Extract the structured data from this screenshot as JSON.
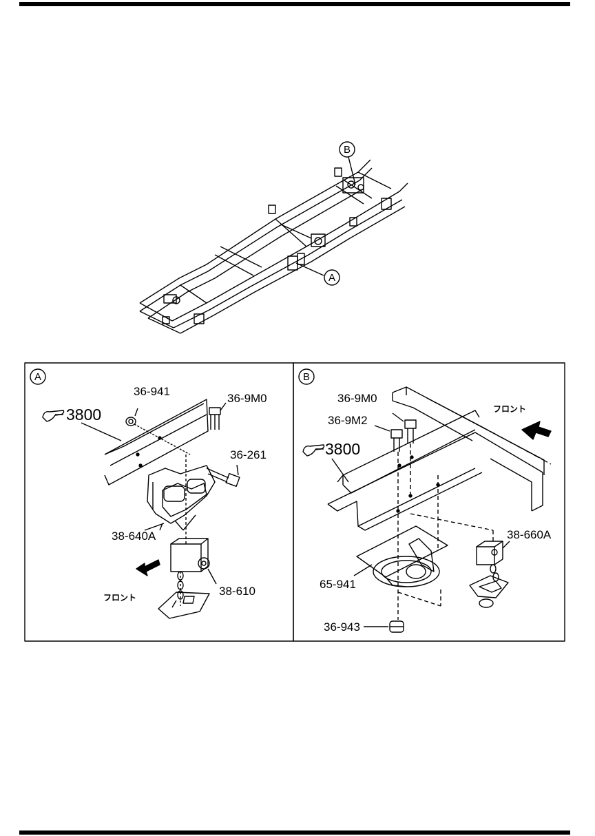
{
  "callouts": {
    "overview_a": "A",
    "overview_b": "B"
  },
  "panel_a": {
    "marker": "A",
    "ref": "3800",
    "front": "フロント",
    "parts": [
      "36-941",
      "36-9M0",
      "36-261",
      "38-640A",
      "38-610"
    ]
  },
  "panel_b": {
    "marker": "B",
    "ref": "3800",
    "front": "フロント",
    "parts": [
      "36-9M0",
      "36-9M2",
      "38-660A",
      "65-941",
      "36-943"
    ]
  }
}
